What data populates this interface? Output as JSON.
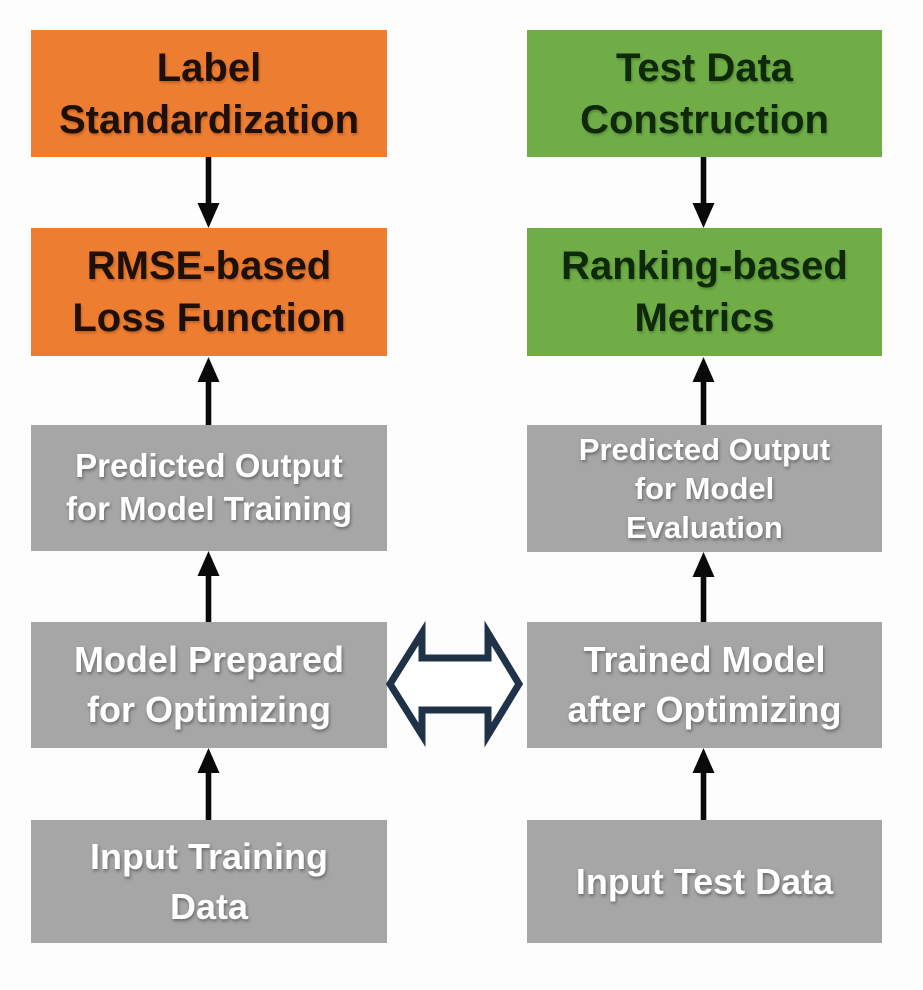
{
  "columns": {
    "left": {
      "boxes": [
        {
          "name": "label-standardization",
          "color": "orange",
          "lines": [
            "Label",
            "Standardization"
          ]
        },
        {
          "name": "rmse-based-loss-function",
          "color": "orange",
          "lines": [
            "RMSE-based",
            "Loss Function"
          ]
        },
        {
          "name": "predicted-output-for-model-training",
          "color": "gray",
          "lines": [
            "Predicted Output",
            "for Model Training"
          ]
        },
        {
          "name": "model-prepared-for-optimizing",
          "color": "gray",
          "lines": [
            "Model Prepared",
            "for Optimizing"
          ]
        },
        {
          "name": "input-training-data",
          "color": "gray",
          "lines": [
            "Input Training",
            "Data"
          ]
        }
      ]
    },
    "right": {
      "boxes": [
        {
          "name": "test-data-construction",
          "color": "green",
          "lines": [
            "Test Data",
            "Construction"
          ]
        },
        {
          "name": "ranking-based-metrics",
          "color": "green",
          "lines": [
            "Ranking-based",
            "Metrics"
          ]
        },
        {
          "name": "predicted-output-for-model-evaluation",
          "color": "gray",
          "lines": [
            "Predicted Output",
            "for Model",
            "Evaluation"
          ]
        },
        {
          "name": "trained-model-after-optimizing",
          "color": "gray",
          "lines": [
            "Trained Model",
            "after Optimizing"
          ]
        },
        {
          "name": "input-test-data",
          "color": "gray",
          "lines": [
            "Input Test Data"
          ]
        }
      ]
    }
  },
  "icons": {
    "down_arrow": "arrow-down-icon",
    "up_arrow": "arrow-up-icon",
    "double_arrow": "left-right-double-arrow-icon"
  },
  "colors": {
    "orange": "#ED7D31",
    "green": "#70AD47",
    "gray": "#A6A6A6",
    "arrow": "#0a0a0a",
    "double_arrow_outline": "#1F3247",
    "double_arrow_fill": "#ffffff",
    "background": "#fdfdfe",
    "orange_box_text": "#1e1007",
    "green_box_text": "#0e2a0a",
    "gray_box_text": "#ffffff"
  }
}
